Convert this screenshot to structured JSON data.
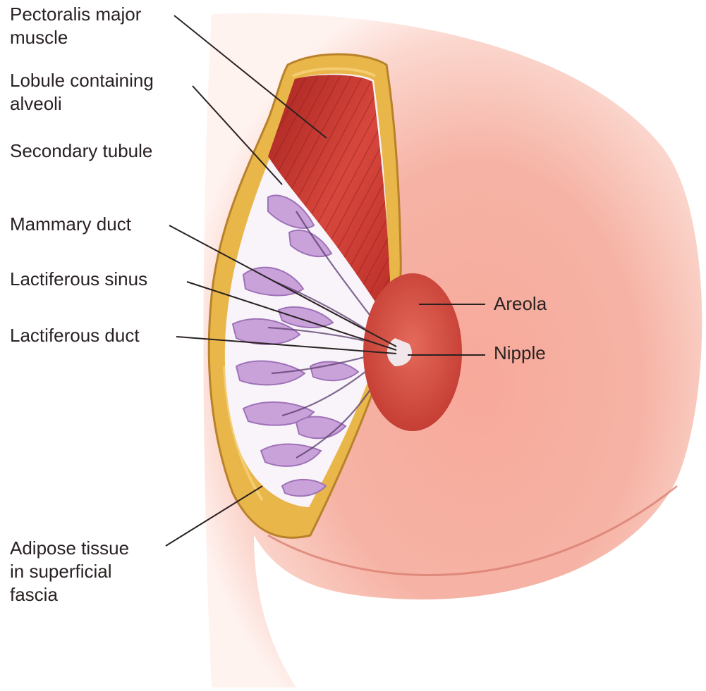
{
  "labels": {
    "pectoralis_major": [
      "Pectoralis major",
      "muscle"
    ],
    "lobule": [
      "Lobule containing",
      "alveoli"
    ],
    "secondary_tubule": "Secondary tubule",
    "mammary_duct": "Mammary duct",
    "lactiferous_sinus": "Lactiferous sinus",
    "lactiferous_duct": "Lactiferous duct",
    "areola": "Areola",
    "nipple": "Nipple",
    "adipose": [
      "Adipose tissue",
      "in superficial",
      "fascia"
    ]
  },
  "colors": {
    "skin": "#f4a293",
    "skin_light": "#fde3dc",
    "muscle": "#c8312c",
    "fat": "#e9b64a",
    "gland": "#c9a2da",
    "areola": "#d9483d",
    "leader_line": "#2a2222"
  }
}
